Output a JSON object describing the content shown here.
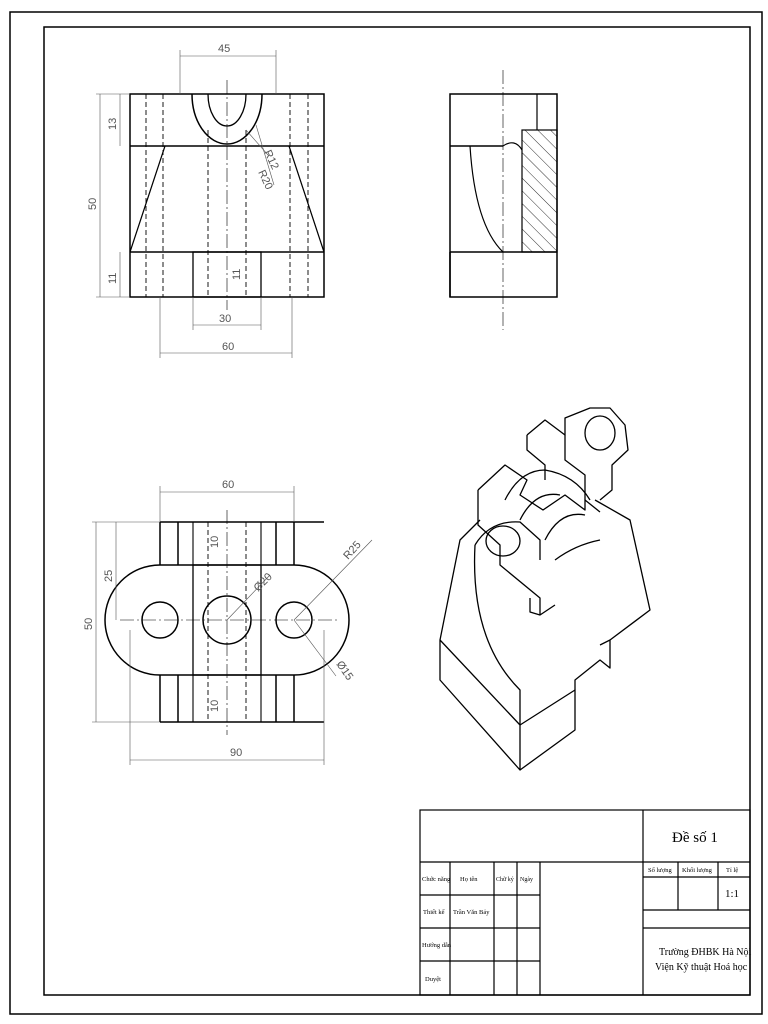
{
  "front_view": {
    "dims": {
      "top": "45",
      "left_height": "50",
      "left_upper": "13",
      "left_lower": "11",
      "radius_inner": "R12",
      "radius_outer": "R20",
      "slot_height": "11",
      "bottom_inner": "30",
      "bottom_outer": "60"
    }
  },
  "top_view": {
    "dims": {
      "top_width": "60",
      "overall_width": "90",
      "overall_height": "50",
      "half_height": "25",
      "radius": "R25",
      "diam_center": "Ø20",
      "diam_side": "Ø15",
      "gap_top": "10",
      "gap_bottom": "10"
    }
  },
  "title_block": {
    "drawing_title": "Đề số 1",
    "headers": {
      "role": "Chức năng",
      "name": "Họ tên",
      "sign": "Chữ ký",
      "date": "Ngày"
    },
    "rows": [
      {
        "role": "Thiết kế",
        "name": "Trần Văn Bảy"
      },
      {
        "role": "Hướng dẫn",
        "name": ""
      },
      {
        "role": "Duyệt",
        "name": ""
      }
    ],
    "qty_label": "Số lượng",
    "mass_label": "Khối lượng",
    "scale_label": "Tỉ lệ",
    "scale_value": "1:1",
    "school": "Trường ĐHBK Hà Nội",
    "institute": "Viện Kỹ thuật Hoá học"
  }
}
